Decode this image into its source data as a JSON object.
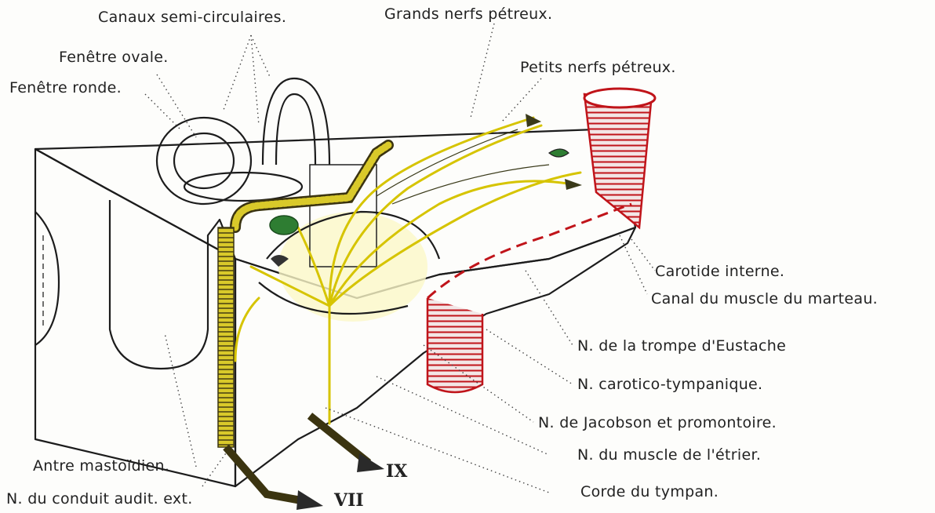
{
  "labels": {
    "canaux": "Canaux semi-circulaires.",
    "grands": "Grands nerfs pétreux.",
    "fenetre_ovale": "Fenêtre ovale.",
    "petits": "Petits nerfs pétreux.",
    "fenetre_ronde": "Fenêtre ronde.",
    "carotide": "Carotide interne.",
    "canal_marteau": "Canal du muscle du marteau.",
    "trompe": "N. de la trompe d'Eustache",
    "carotico": "N. carotico-tympanique.",
    "jacobson": "N. de Jacobson et promontoire.",
    "etrier": "N. du muscle de l'étrier.",
    "corde": "Corde du tympan.",
    "antre": "Antre mastoïdien.",
    "conduit": "N. du conduit audit. ext.",
    "ix": "IX",
    "vii": "VII"
  },
  "colors": {
    "nerve": "#d6c400",
    "artery": "#c0141a",
    "ganglion": "#2e7d32",
    "bone": "#ece8dc"
  }
}
